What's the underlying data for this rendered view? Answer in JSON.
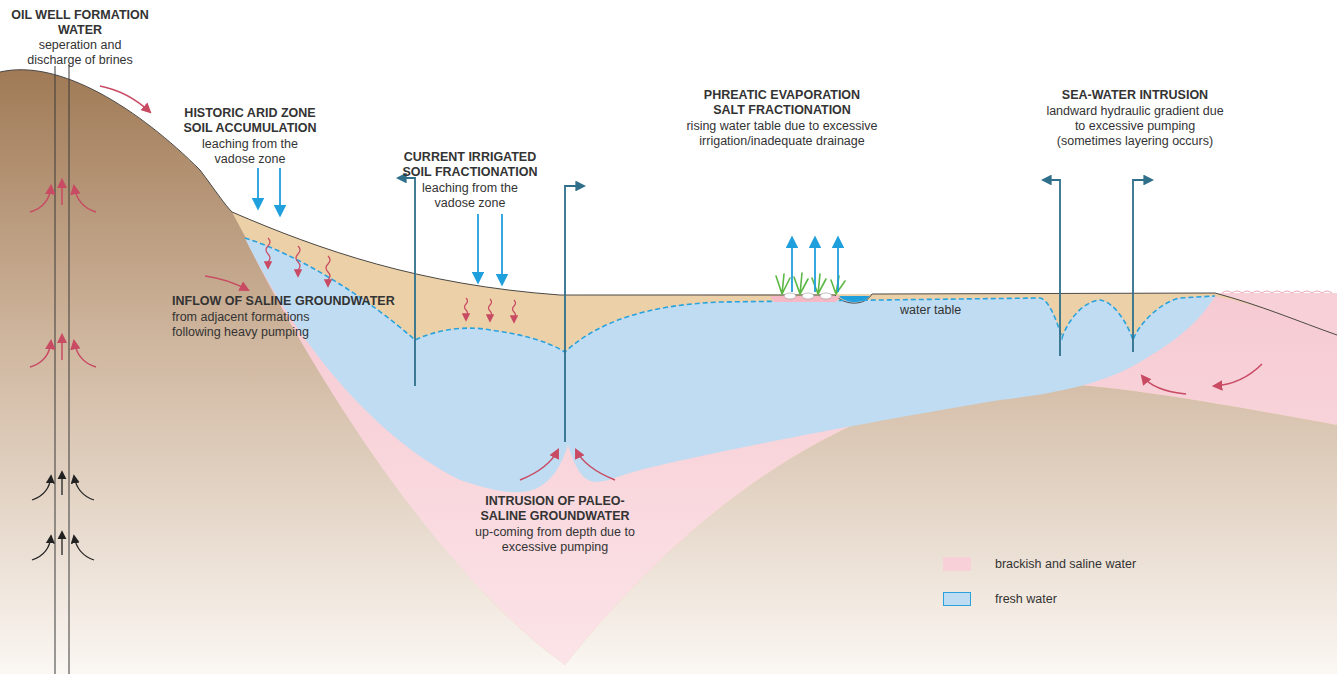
{
  "diagram": {
    "labels": [
      "OIL WELL FORMATION WATER",
      "seperation and discharge of brines",
      "HISTORIC ARID ZONE SOIL ACCUMULATION",
      "leaching from the vadose zone",
      "CURRENT IRRIGATED SOIL FRACTIONATION",
      "leaching from the vadose zone",
      "PHREATIC EVAPORATION SALT FRACTIONATION",
      "rising water table due to excessive irrigation/inadequate drainage",
      "SEA-WATER INTRUSION",
      "landward hydraulic gradient due to excessive pumping (sometimes layering occurs)",
      "INFLOW OF SALINE GROUNDWATER",
      "from adjacent formations following heavy pumping",
      "INTRUSION OF PALEO-SALINE GROUNDWATER",
      "up-coming from depth due to excessive pumping",
      "water table"
    ],
    "legend": [
      {
        "text": "brackish and saline water",
        "color": "#f8d0d8"
      },
      {
        "text": "fresh water",
        "color": "#bfdcf2"
      }
    ]
  }
}
